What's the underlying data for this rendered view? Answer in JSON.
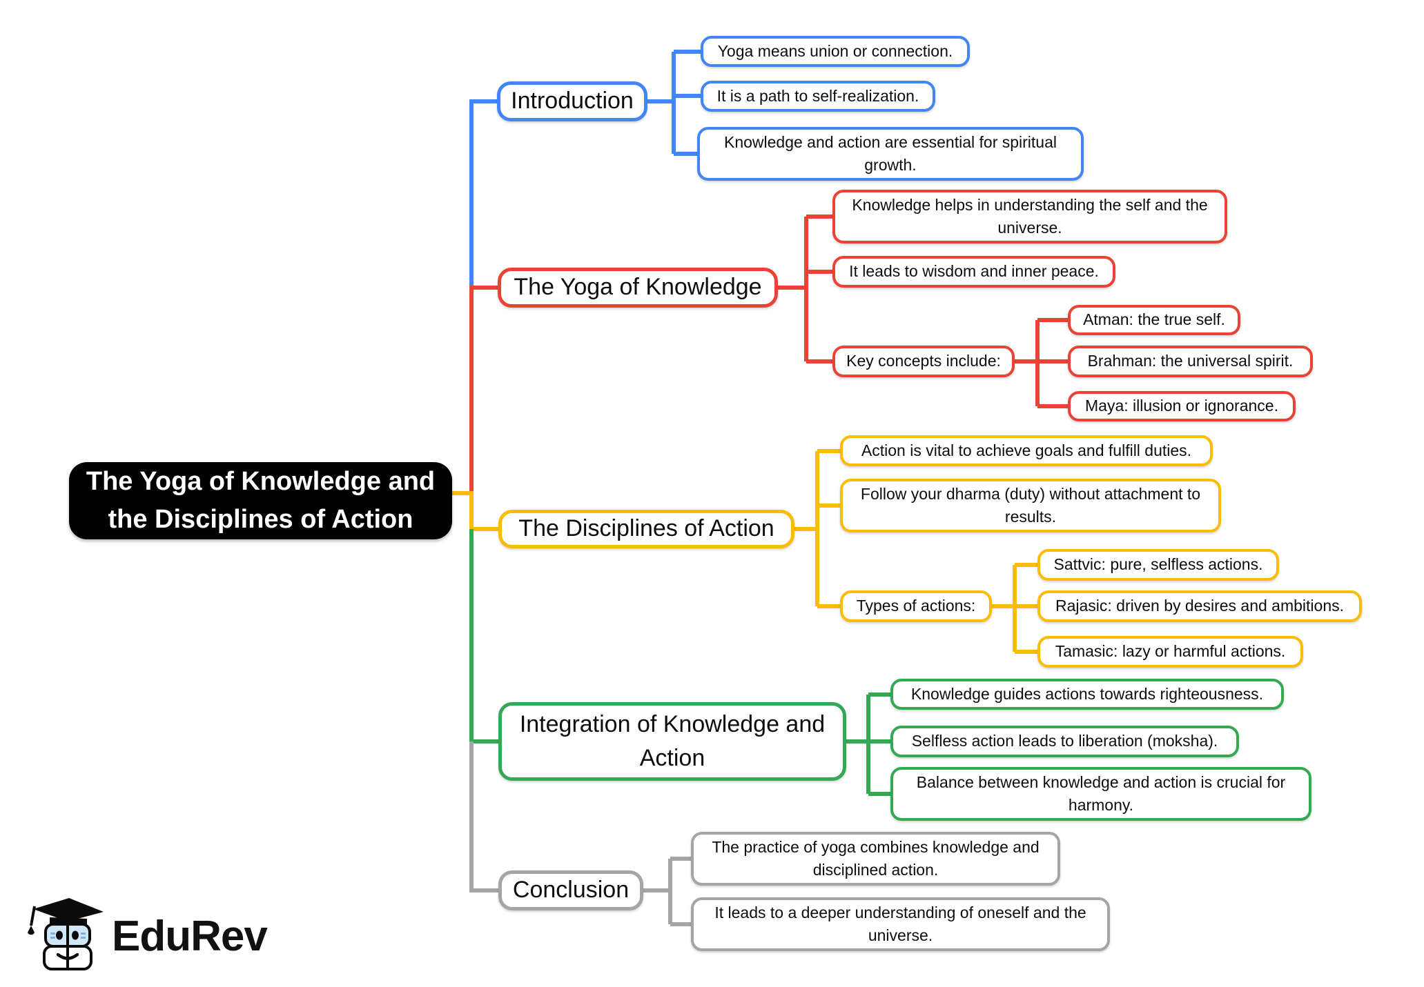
{
  "root": {
    "label": "The Yoga of Knowledge and\nthe Disciplines of Action",
    "bg_color": "#000000",
    "text_color": "#ffffff"
  },
  "branches": [
    {
      "label": "Introduction",
      "color": "#4285F4",
      "children": [
        {
          "label": "Yoga means union or connection."
        },
        {
          "label": "It is a path to self-realization."
        },
        {
          "label": "Knowledge and action are essential for spiritual\ngrowth."
        }
      ]
    },
    {
      "label": "The Yoga of Knowledge",
      "color": "#EA4335",
      "children": [
        {
          "label": "Knowledge helps in understanding the self and the\nuniverse."
        },
        {
          "label": "It leads to wisdom and inner peace."
        },
        {
          "label": "Key concepts include:",
          "children": [
            {
              "label": "Atman: the true self."
            },
            {
              "label": "Brahman: the universal spirit."
            },
            {
              "label": "Maya: illusion or ignorance."
            }
          ]
        }
      ]
    },
    {
      "label": "The Disciplines of Action",
      "color": "#FBBC05",
      "children": [
        {
          "label": "Action is vital to achieve goals and fulfill duties."
        },
        {
          "label": "Follow your dharma (duty) without attachment to\nresults."
        },
        {
          "label": "Types of actions:",
          "children": [
            {
              "label": "Sattvic: pure, selfless actions."
            },
            {
              "label": "Rajasic: driven by desires and ambitions."
            },
            {
              "label": "Tamasic: lazy or harmful actions."
            }
          ]
        }
      ]
    },
    {
      "label": "Integration of Knowledge and\nAction",
      "color": "#34A853",
      "children": [
        {
          "label": "Knowledge guides actions towards righteousness."
        },
        {
          "label": "Selfless action leads to liberation (moksha)."
        },
        {
          "label": "Balance between knowledge and action is crucial for\nharmony."
        }
      ]
    },
    {
      "label": "Conclusion",
      "color": "#A5A5A5",
      "children": [
        {
          "label": "The practice of yoga combines knowledge and\ndisciplined action."
        },
        {
          "label": "It leads to a deeper understanding of oneself and the\nuniverse."
        }
      ]
    }
  ],
  "logo": {
    "text": "EduRev"
  }
}
